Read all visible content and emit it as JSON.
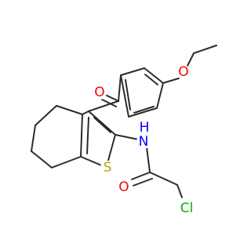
{
  "structure": {
    "atoms": {
      "oxygen_carbonyl_top": {
        "text": "O",
        "color": "#ff0000"
      },
      "oxygen_ether": {
        "text": "O",
        "color": "#ff0000"
      },
      "nitrogen": {
        "text": "N",
        "color": "#0000ff"
      },
      "hydrogen": {
        "text": "H",
        "color": "#0000ff"
      },
      "sulfur": {
        "text": "S",
        "color": "#b8a900"
      },
      "oxygen_amide": {
        "text": "O",
        "color": "#ff0000"
      },
      "chlorine": {
        "text": "Cl",
        "color": "#00b000"
      }
    },
    "bond_color": "#2b2b2b"
  }
}
